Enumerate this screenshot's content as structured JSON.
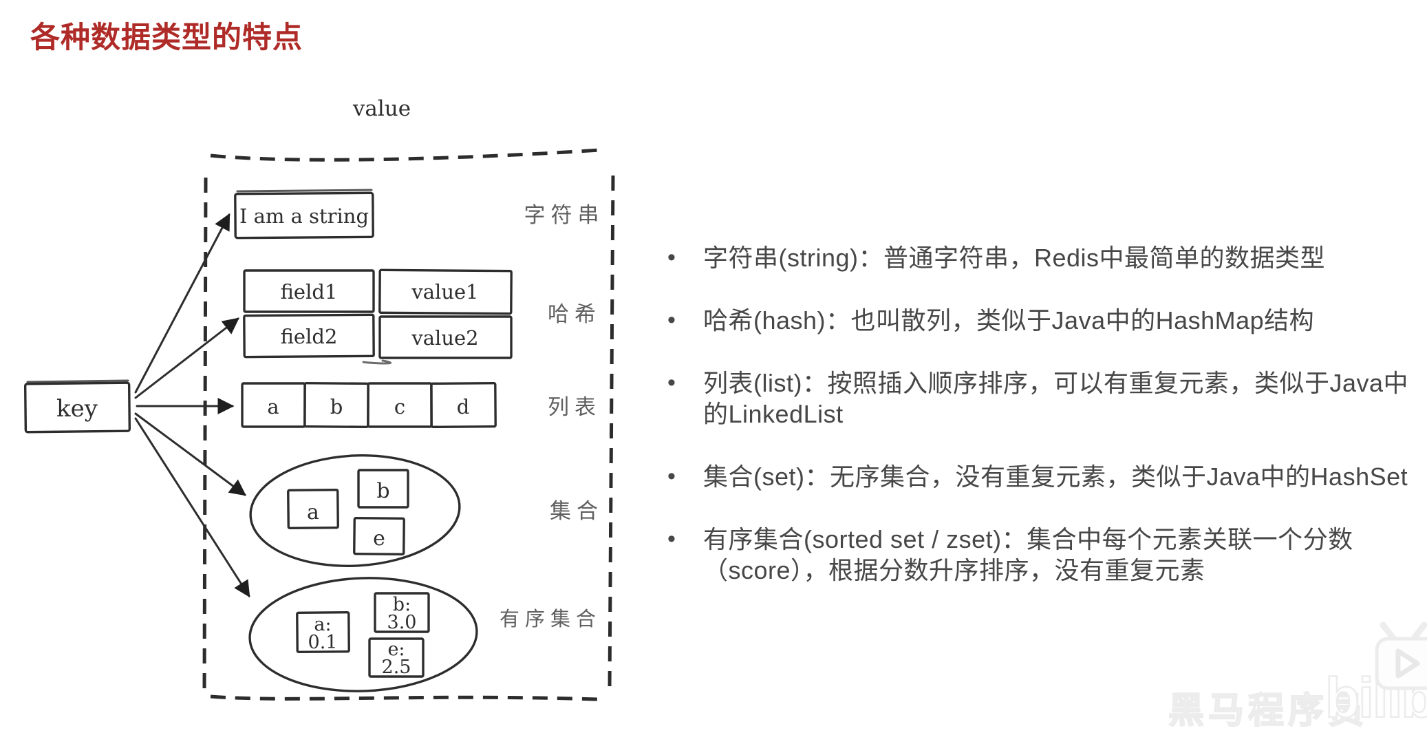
{
  "title": "各种数据类型的特点",
  "bullet_char": "•",
  "diagram": {
    "value_label": "value",
    "key_label": "key",
    "string": {
      "box_text": "I am a string",
      "type_label": "字符串"
    },
    "hash": {
      "rows": [
        {
          "field": "field1",
          "value": "value1"
        },
        {
          "field": "field2",
          "value": "value2"
        }
      ],
      "type_label": "哈希"
    },
    "list": {
      "items": [
        "a",
        "b",
        "c",
        "d"
      ],
      "type_label": "列表"
    },
    "set": {
      "items": [
        "a",
        "b",
        "e"
      ],
      "type_label": "集合"
    },
    "zset": {
      "items": [
        {
          "member": "a:",
          "score": "0.1"
        },
        {
          "member": "b:",
          "score": "3.0"
        },
        {
          "member": "e:",
          "score": "2.5"
        }
      ],
      "type_label": "有序集合"
    }
  },
  "bullets": [
    {
      "lines": [
        "字符串(string)：普通字符串，Redis中最简单的数据类型"
      ]
    },
    {
      "lines": [
        "哈希(hash)：也叫散列，类似于Java中的HashMap结构"
      ]
    },
    {
      "lines": [
        "列表(list)：按照插入顺序排序，可以有重复元素，类似于Java中",
        "的LinkedList"
      ]
    },
    {
      "lines": [
        "集合(set)：无序集合，没有重复元素，类似于Java中的HashSet"
      ]
    },
    {
      "lines": [
        "有序集合(sorted set / zset)：集合中每个元素关联一个分数",
        "（score），根据分数升序排序，没有重复元素"
      ]
    }
  ],
  "watermark": {
    "brand_text": "黑马程序员",
    "logo_text": "bilibili"
  },
  "colors": {
    "title_red": "#AF2B28",
    "body_text": "#474747",
    "ink": "#2D2D2D",
    "label_gray": "#5F5F5F",
    "background": "#FFFFFF"
  }
}
